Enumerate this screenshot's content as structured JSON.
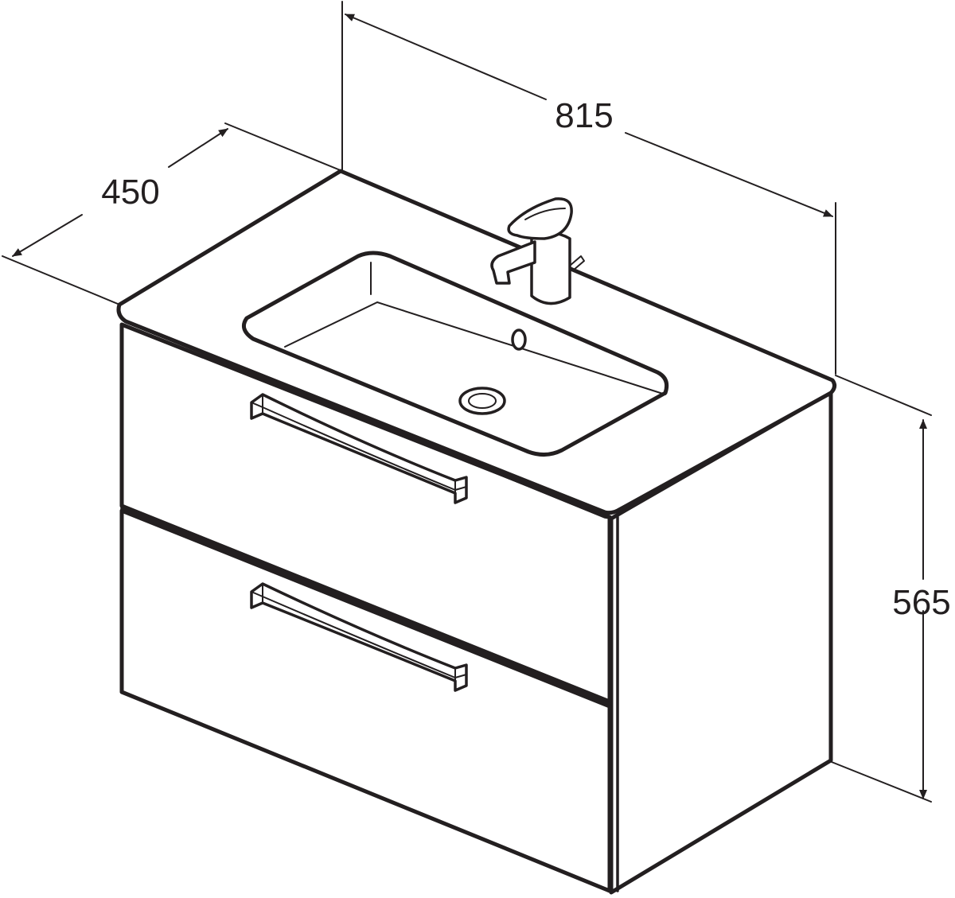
{
  "dimensions": {
    "width": "815",
    "depth": "450",
    "height": "565"
  },
  "colors": {
    "line": "#231f20",
    "background": "#ffffff"
  }
}
